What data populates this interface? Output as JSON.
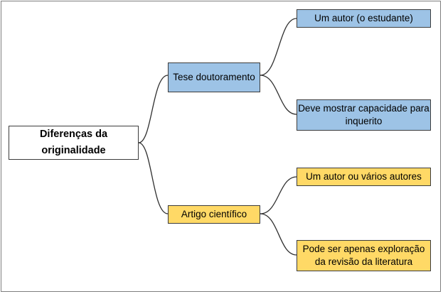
{
  "colors": {
    "blue_fill": "#9dc3e6",
    "yellow_fill": "#ffd966",
    "connector": "#2f2f2f"
  },
  "diagram": {
    "root": "Diferenças da originalidade",
    "thesis": {
      "label": "Tese doutoramento",
      "children": [
        "Um autor (o estudante)",
        "Deve mostrar capacidade para inquerito"
      ]
    },
    "article": {
      "label": "Artigo científico",
      "children": [
        "Um autor ou vários autores",
        "Pode ser apenas exploração da revisão da literatura"
      ]
    }
  }
}
